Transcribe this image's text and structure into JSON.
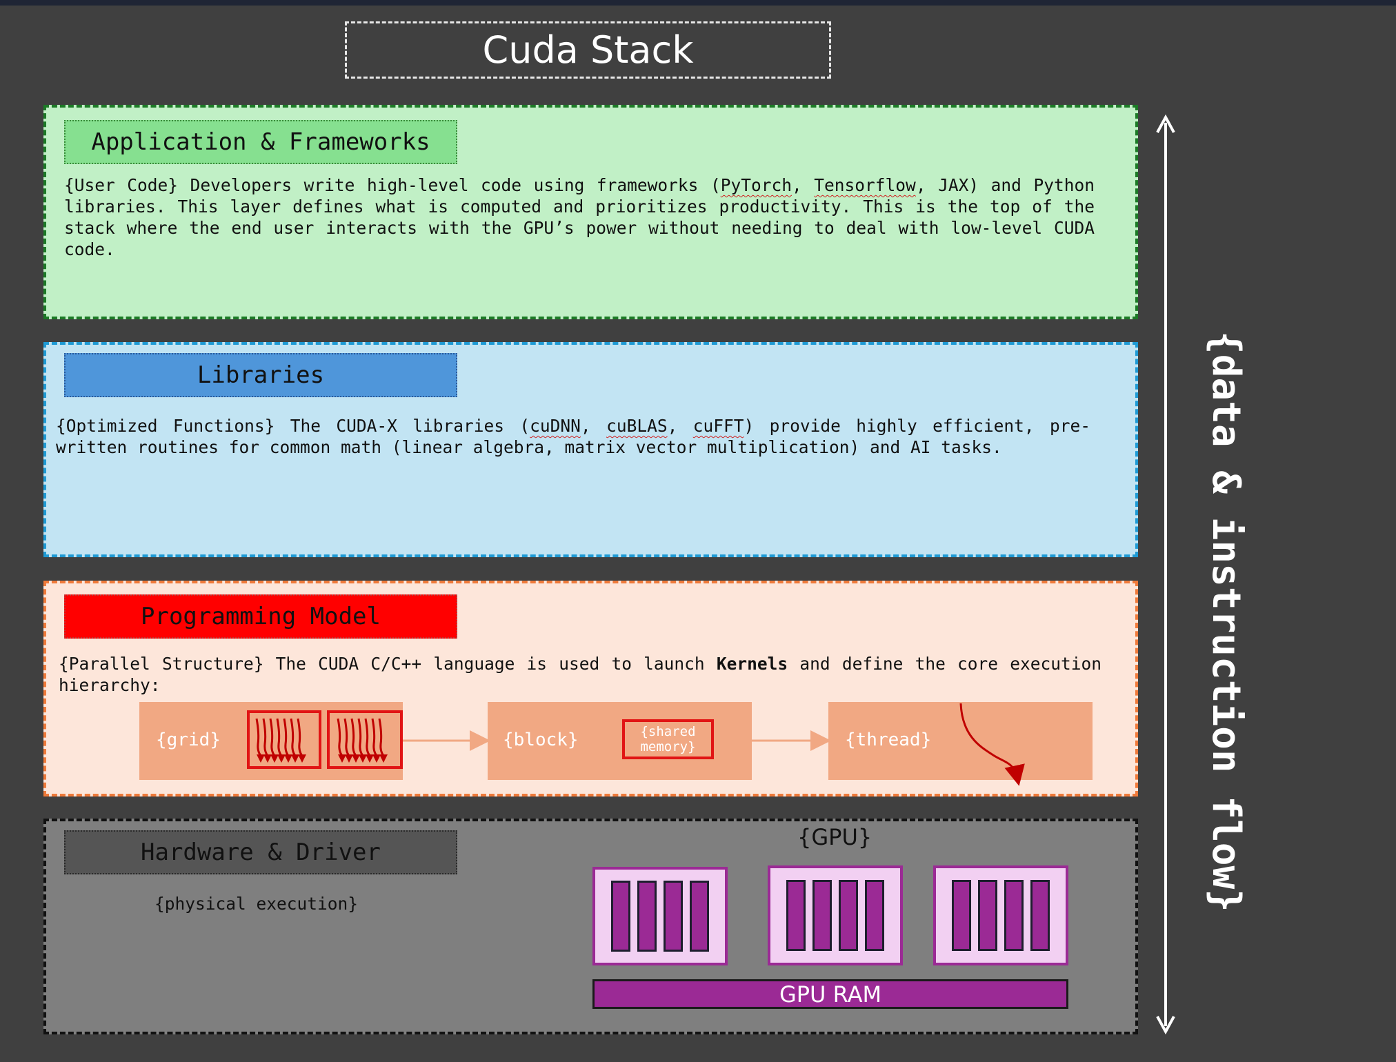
{
  "title": "Cuda Stack",
  "flow_label": "{data & instruction flow}",
  "layers": {
    "app": {
      "header": "Application & Frameworks",
      "description_parts": [
        "{User Code} Developers write high-level code using frameworks (",
        "PyTorch",
        ", ",
        "Tensorflow",
        ", JAX) and Python libraries. This layer defines what is computed and prioritizes productivity. This is the top of the stack where the end user interacts with the GPU’s power without needing to deal with low-level CUDA code."
      ]
    },
    "lib": {
      "header": "Libraries",
      "description_parts": [
        "{Optimized Functions} The CUDA-X libraries (",
        "cuDNN",
        ", ",
        "cuBLAS",
        ", ",
        "cuFFT",
        ") provide highly efficient, pre-written routines for common math (linear algebra, matrix vector multiplication) and AI tasks."
      ]
    },
    "prog": {
      "header": "Programming Model",
      "description_pre": "{Parallel Structure} The CUDA C/C++ language is used to launch ",
      "description_bold": "Kernels",
      "description_post": " and define the core execution hierarchy:",
      "grid_label": "{grid}",
      "block_label": "{block}",
      "shared_memory_label": "{shared memory}",
      "thread_label": "{thread}"
    },
    "hw": {
      "header": "Hardware & Driver",
      "description": "{physical execution}",
      "gpu_label": "{GPU}",
      "gpu_ram_label": "GPU RAM"
    }
  },
  "colors": {
    "app_fill": "#c1f0c6",
    "lib_fill": "#c2e4f3",
    "prog_fill": "#fde6da",
    "hw_fill": "#7f7f7f",
    "gpu_purple": "#9b2a95",
    "accent_red": "#e11414"
  }
}
